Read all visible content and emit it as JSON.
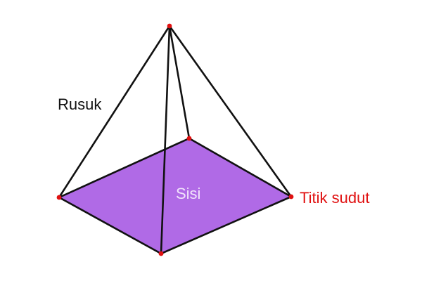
{
  "labels": {
    "edge": "Rusuk",
    "face": "Sisi",
    "vertex": "Titik sudut"
  },
  "colors": {
    "face_fill": "#b06ae6",
    "edge_stroke": "#111111",
    "vertex_dot": "#e01010",
    "edge_label": "#111111",
    "face_label": "#f1e4fb",
    "vertex_label": "#e01010"
  }
}
